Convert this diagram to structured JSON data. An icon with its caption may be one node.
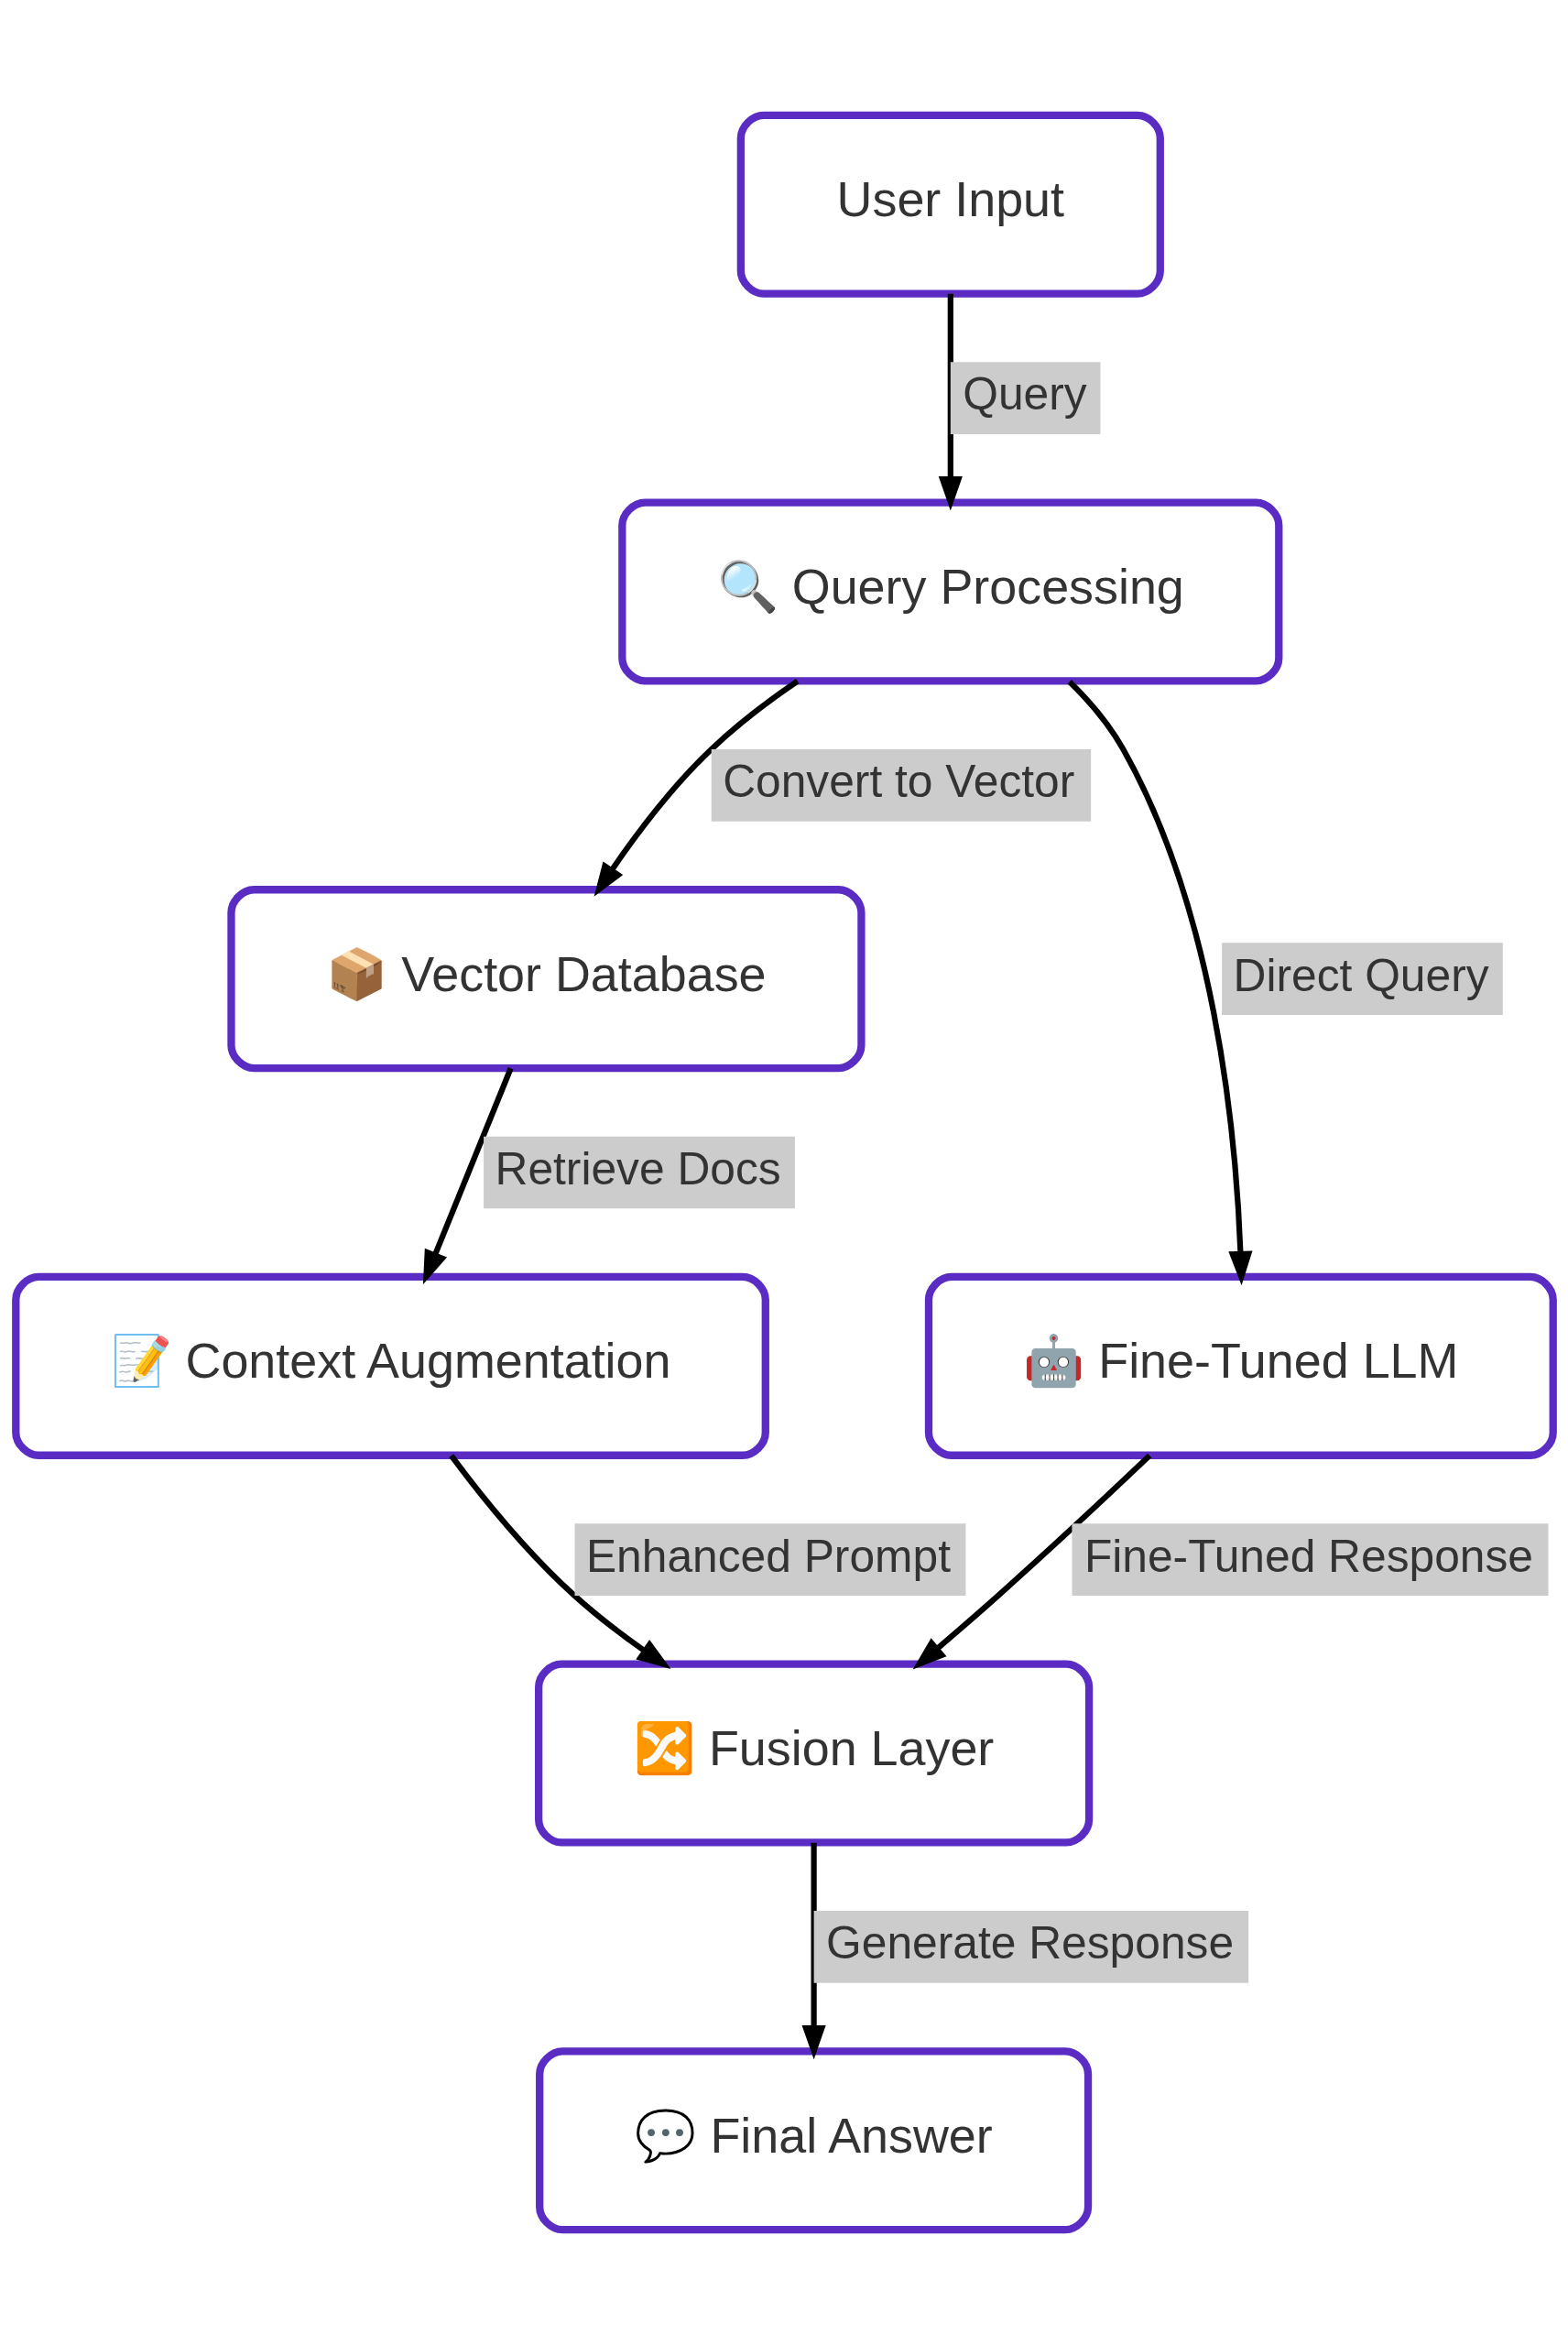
{
  "diagram": {
    "nodes": [
      {
        "text": [
          "User Input"
        ]
      },
      {
        "text": [
          "🔍 Query Processing"
        ]
      },
      {
        "text": [
          "📦 Vector Database"
        ]
      },
      {
        "text": [
          "📝 Context Augmentation"
        ]
      },
      {
        "text": [
          "🤖 Fine-Tuned LLM"
        ]
      },
      {
        "text": [
          "🔀 Fusion Layer"
        ]
      },
      {
        "text": [
          "💬 Final Answer"
        ]
      }
    ],
    "edges": [
      {
        "from": 0,
        "to": 1,
        "arrow": "to",
        "label": "Query"
      },
      {
        "from": 1,
        "to": 2,
        "arrow": "to",
        "label": "Convert to Vector"
      },
      {
        "from": 1,
        "to": 4,
        "arrow": "to",
        "label": "Direct Query"
      },
      {
        "from": 2,
        "to": 3,
        "arrow": "to",
        "label": "Retrieve Docs"
      },
      {
        "from": 3,
        "to": 5,
        "arrow": "to",
        "label": "Enhanced Prompt"
      },
      {
        "from": 4,
        "to": 5,
        "arrow": "to",
        "label": "Fine-Tuned Response"
      },
      {
        "from": 5,
        "to": 6,
        "arrow": "to",
        "label": "Generate Response"
      }
    ]
  }
}
